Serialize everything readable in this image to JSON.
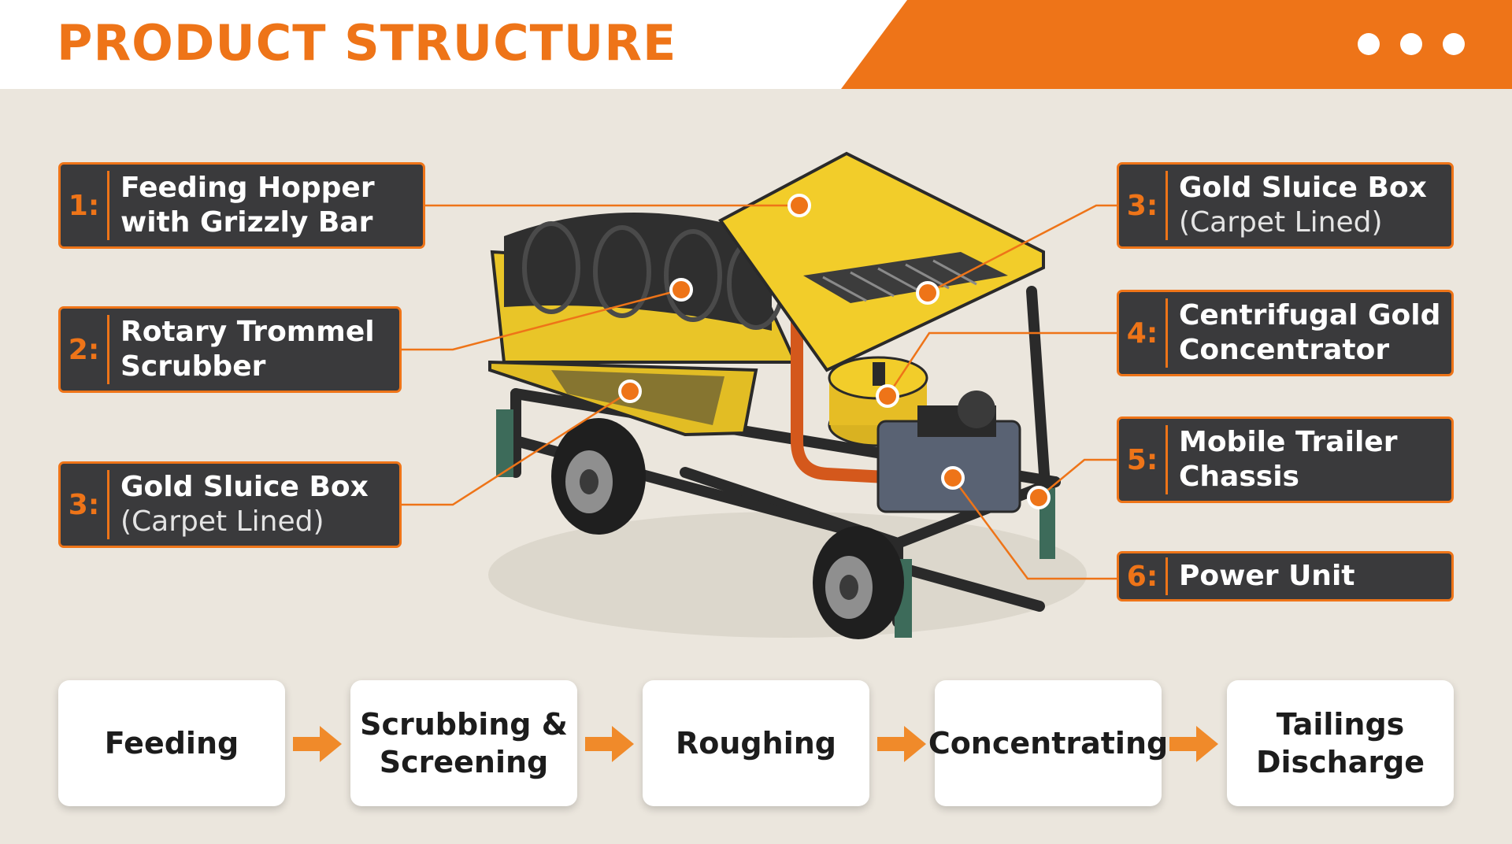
{
  "header": {
    "title": "PRODUCT STRUCTURE",
    "colors": {
      "accent": "#ee7418",
      "panel": "#3a3a3c",
      "background": "#ebe6dd"
    }
  },
  "callouts": [
    {
      "num": "1:",
      "title": "Feeding Hopper with Grizzly Bar",
      "sub": ""
    },
    {
      "num": "2:",
      "title": "Rotary Trommel Scrubber",
      "sub": ""
    },
    {
      "num": "3:",
      "title": "Gold Sluice Box",
      "sub": "(Carpet Lined)"
    },
    {
      "num": "3:",
      "title": "Gold Sluice Box",
      "sub": "(Carpet Lined)"
    },
    {
      "num": "4:",
      "title": "Centrifugal Gold Concentrator",
      "sub": ""
    },
    {
      "num": "5:",
      "title": "Mobile Trailer Chassis",
      "sub": ""
    },
    {
      "num": "6:",
      "title": "Power Unit",
      "sub": ""
    }
  ],
  "process_steps": [
    {
      "label": "Feeding"
    },
    {
      "label": "Scrubbing & Screening"
    },
    {
      "label": "Roughing"
    },
    {
      "label": "Concentrating"
    },
    {
      "label": "Tailings Discharge"
    }
  ]
}
